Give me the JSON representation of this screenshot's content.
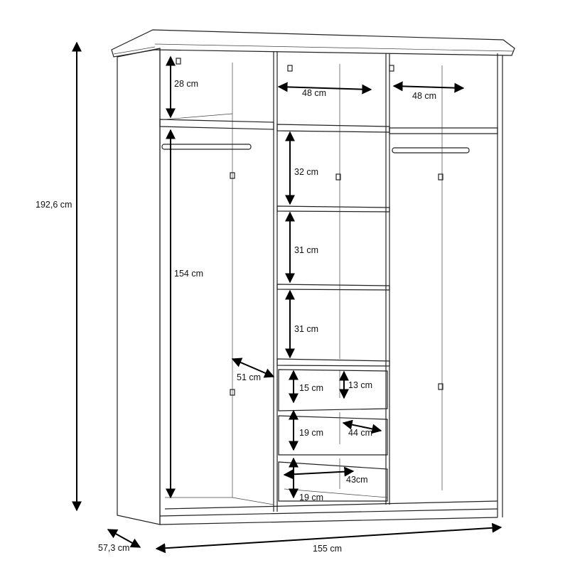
{
  "dimensions": {
    "total_height": "192,6 cm",
    "total_width": "155 cm",
    "depth": "57,3 cm",
    "left_top_shelf_height": "28 cm",
    "hanging_height_left": "154 cm",
    "inner_depth": "51 cm",
    "middle_top_width": "48 cm",
    "right_top_width": "48 cm",
    "shelf_1_height": "32 cm",
    "shelf_2_height": "31 cm",
    "shelf_3_height": "31 cm",
    "drawer_1_outer_height": "15 cm",
    "drawer_1_inner_height": "13 cm",
    "drawer_2_height": "19 cm",
    "drawer_depth": "44 cm",
    "drawer_width": "43cm",
    "drawer_3_height": "19 cm"
  }
}
